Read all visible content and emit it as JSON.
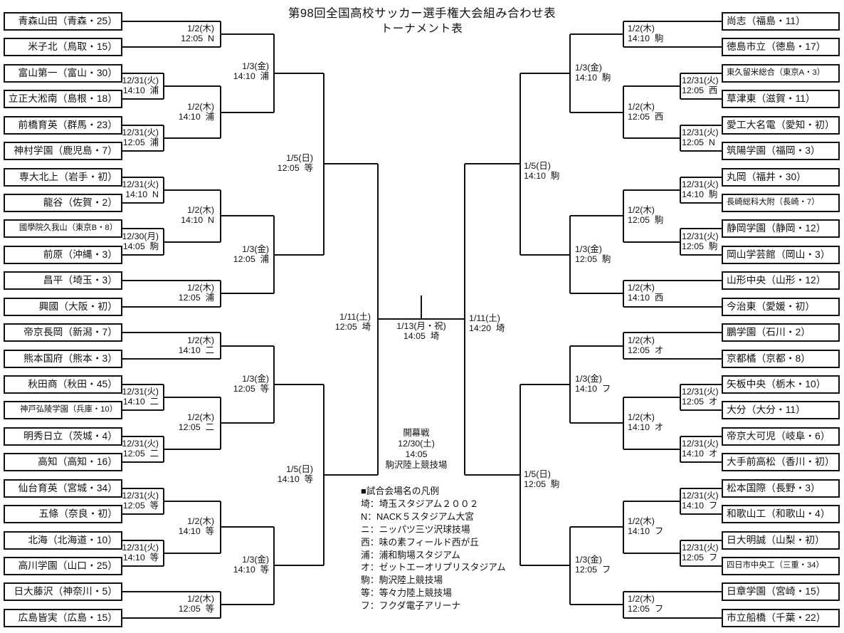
{
  "title": "第98回全国高校サッカー選手権大会組み合わせ表",
  "subtitle": "トーナメント表",
  "teams": {
    "left": [
      {
        "name": "青森山田（青森・25）"
      },
      {
        "name": "米子北（鳥取・15）"
      },
      {
        "name": "富山第一（富山・30）"
      },
      {
        "name": "立正大淞南（島根・18）"
      },
      {
        "name": "前橋育英（群馬・23）"
      },
      {
        "name": "神村学園（鹿児島・7）"
      },
      {
        "name": "専大北上（岩手・初）"
      },
      {
        "name": "龍谷（佐賀・2）"
      },
      {
        "name": "國學院久我山（東京B・8）",
        "small": true
      },
      {
        "name": "前原（沖縄・3）"
      },
      {
        "name": "昌平（埼玉・3）"
      },
      {
        "name": "興國（大阪・初）"
      },
      {
        "name": "帝京長岡（新潟・7）"
      },
      {
        "name": "熊本国府（熊本・3）"
      },
      {
        "name": "秋田商（秋田・45）"
      },
      {
        "name": "神戸弘陵学園（兵庫・10）",
        "small": true
      },
      {
        "name": "明秀日立（茨城・4）"
      },
      {
        "name": "高知（高知・16）"
      },
      {
        "name": "仙台育英（宮城・34）"
      },
      {
        "name": "五條（奈良・初）"
      },
      {
        "name": "北海（北海道・10）"
      },
      {
        "name": "高川学園（山口・25）"
      },
      {
        "name": "日大藤沢（神奈川・5）"
      },
      {
        "name": "広島皆実（広島・15）"
      }
    ],
    "right": [
      {
        "name": "尚志（福島・11）"
      },
      {
        "name": "徳島市立（徳島・17）"
      },
      {
        "name": "東久留米総合（東京A・3）",
        "small": true
      },
      {
        "name": "草津東（滋賀・11）"
      },
      {
        "name": "愛工大名電（愛知・初）"
      },
      {
        "name": "筑陽学園（福岡・3）"
      },
      {
        "name": "丸岡（福井・30）"
      },
      {
        "name": "長崎総科大附（長崎・7）",
        "small": true
      },
      {
        "name": "静岡学園（静岡・12）"
      },
      {
        "name": "岡山学芸館（岡山・3）"
      },
      {
        "name": "山形中央（山形・12）"
      },
      {
        "name": "今治東（愛媛・初）"
      },
      {
        "name": "鵬学園（石川・2）"
      },
      {
        "name": "京都橘（京都・8）"
      },
      {
        "name": "矢板中央（栃木・10）"
      },
      {
        "name": "大分（大分・11）"
      },
      {
        "name": "帝京大可児（岐阜・6）"
      },
      {
        "name": "大手前高松（香川・初）"
      },
      {
        "name": "松本国際（長野・3）"
      },
      {
        "name": "和歌山工（和歌山・4）"
      },
      {
        "name": "日大明誠（山梨・初）"
      },
      {
        "name": "四日市中央工（三重・34）",
        "small": true
      },
      {
        "name": "日章学園（宮崎・15）"
      },
      {
        "name": "市立船橋（千葉・22）"
      }
    ]
  },
  "matches": {
    "left": [
      {
        "date": "1/2(木)",
        "time": "12:05",
        "venue": "N"
      },
      {
        "date": "12/31(火)",
        "time": "14:10",
        "venue": "浦"
      },
      {
        "date": "12/31(火)",
        "time": "12:05",
        "venue": "浦"
      },
      {
        "date": "1/2(木)",
        "time": "14:10",
        "venue": "浦"
      },
      {
        "date": "1/3(金)",
        "time": "14:10",
        "venue": "浦"
      },
      {
        "date": "12/31(火)",
        "time": "14:10",
        "venue": "N"
      },
      {
        "date": "12/30(月)",
        "time": "14:05",
        "venue": "駒"
      },
      {
        "date": "1/2(木)",
        "time": "14:10",
        "venue": "N"
      },
      {
        "date": "1/2(木)",
        "time": "12:05",
        "venue": "浦"
      },
      {
        "date": "1/3(金)",
        "time": "12:05",
        "venue": "浦"
      },
      {
        "date": "1/5(日)",
        "time": "12:05",
        "venue": "等"
      },
      {
        "date": "1/2(木)",
        "time": "14:10",
        "venue": "二"
      },
      {
        "date": "12/31(火)",
        "time": "14:10",
        "venue": "二"
      },
      {
        "date": "12/31(火)",
        "time": "12:05",
        "venue": "二"
      },
      {
        "date": "1/2(木)",
        "time": "12:05",
        "venue": "二"
      },
      {
        "date": "1/3(金)",
        "time": "12:05",
        "venue": "等"
      },
      {
        "date": "12/31(火)",
        "time": "12:05",
        "venue": "等"
      },
      {
        "date": "12/31(火)",
        "time": "14:10",
        "venue": "等"
      },
      {
        "date": "1/2(木)",
        "time": "14:10",
        "venue": "等"
      },
      {
        "date": "1/2(木)",
        "time": "12:05",
        "venue": "等"
      },
      {
        "date": "1/3(金)",
        "time": "14:10",
        "venue": "等"
      },
      {
        "date": "1/5(日)",
        "time": "14:10",
        "venue": "等"
      }
    ],
    "right": [
      {
        "date": "1/2(木)",
        "time": "14:10",
        "venue": "駒"
      },
      {
        "date": "12/31(火)",
        "time": "12:05",
        "venue": "西"
      },
      {
        "date": "12/31(火)",
        "time": "12:05",
        "venue": "N"
      },
      {
        "date": "1/2(木)",
        "time": "12:05",
        "venue": "西"
      },
      {
        "date": "1/3(金)",
        "time": "14:10",
        "venue": "駒"
      },
      {
        "date": "12/31(火)",
        "time": "14:10",
        "venue": "駒"
      },
      {
        "date": "12/31(火)",
        "time": "12:05",
        "venue": "駒"
      },
      {
        "date": "1/2(木)",
        "time": "12:05",
        "venue": "駒"
      },
      {
        "date": "1/2(木)",
        "time": "14:10",
        "venue": "西"
      },
      {
        "date": "1/3(金)",
        "time": "12:05",
        "venue": "駒"
      },
      {
        "date": "1/5(日)",
        "time": "14:10",
        "venue": "駒"
      },
      {
        "date": "1/2(木)",
        "time": "12:05",
        "venue": "オ"
      },
      {
        "date": "12/31(火)",
        "time": "12:05",
        "venue": "オ"
      },
      {
        "date": "12/31(火)",
        "time": "14:10",
        "venue": "オ"
      },
      {
        "date": "1/2(木)",
        "time": "14:10",
        "venue": "オ"
      },
      {
        "date": "1/3(金)",
        "time": "14:10",
        "venue": "フ"
      },
      {
        "date": "12/31(火)",
        "time": "14:10",
        "venue": "フ"
      },
      {
        "date": "12/31(火)",
        "time": "12:05",
        "venue": "フ"
      },
      {
        "date": "1/2(木)",
        "time": "14:10",
        "venue": "フ"
      },
      {
        "date": "1/2(木)",
        "time": "12:05",
        "venue": "フ"
      },
      {
        "date": "1/3(金)",
        "time": "12:05",
        "venue": "フ"
      },
      {
        "date": "1/5(日)",
        "time": "12:05",
        "venue": "駒"
      }
    ],
    "semifinal_left": {
      "date": "1/11(土)",
      "time": "12:05",
      "venue": "埼"
    },
    "semifinal_right": {
      "date": "1/11(土)",
      "time": "14:20",
      "venue": "埼"
    },
    "final": {
      "date": "1/13(月・祝)",
      "time": "14:05",
      "venue": "埼"
    }
  },
  "opening_match": {
    "label": "開幕戦",
    "date": "12/30(土)",
    "time": "14:05",
    "venue_name": "駒沢陸上競技場"
  },
  "legend": {
    "heading": "■試合会場名の凡例",
    "items": [
      "埼：埼玉スタジアム２００２",
      "N：NACK５スタジアム大宮",
      "ニ：ニッパツ三ツ沢球技場",
      "西：味の素フィールド西が丘",
      "浦：浦和駒場スタジアム",
      "オ：ゼットエーオリプリスタジアム",
      "駒：駒沢陸上競技場",
      "等：等々力陸上競技場",
      "フ：フクダ電子アリーナ"
    ]
  }
}
